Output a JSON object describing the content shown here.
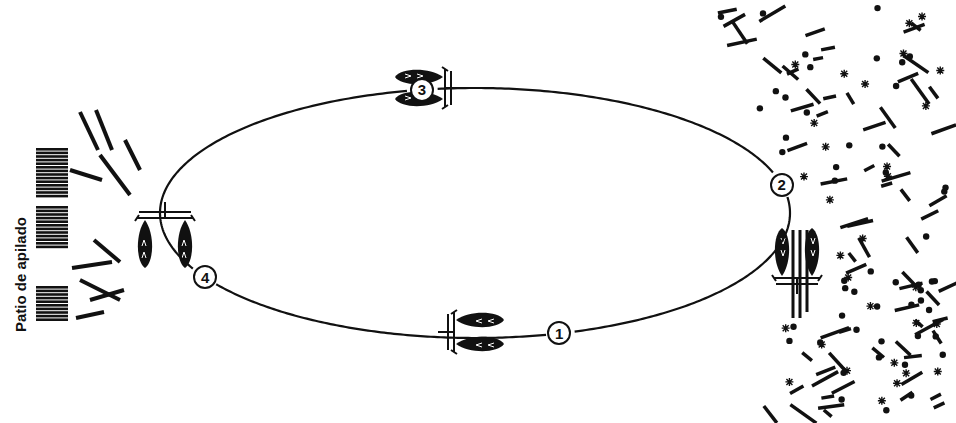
{
  "diagram": {
    "nodes": [
      {
        "text": [
          "1"
        ]
      },
      {
        "text": [
          "2"
        ]
      },
      {
        "text": [
          "3"
        ]
      },
      {
        "text": [
          "4"
        ]
      }
    ],
    "edges": [
      {
        "from": 0,
        "to": 1,
        "arrow": "none"
      },
      {
        "from": 1,
        "to": 2,
        "arrow": "none"
      },
      {
        "from": 2,
        "to": 3,
        "arrow": "none"
      },
      {
        "from": 3,
        "to": 0,
        "arrow": "none"
      }
    ],
    "labels": [
      "Patio de apilado"
    ]
  }
}
